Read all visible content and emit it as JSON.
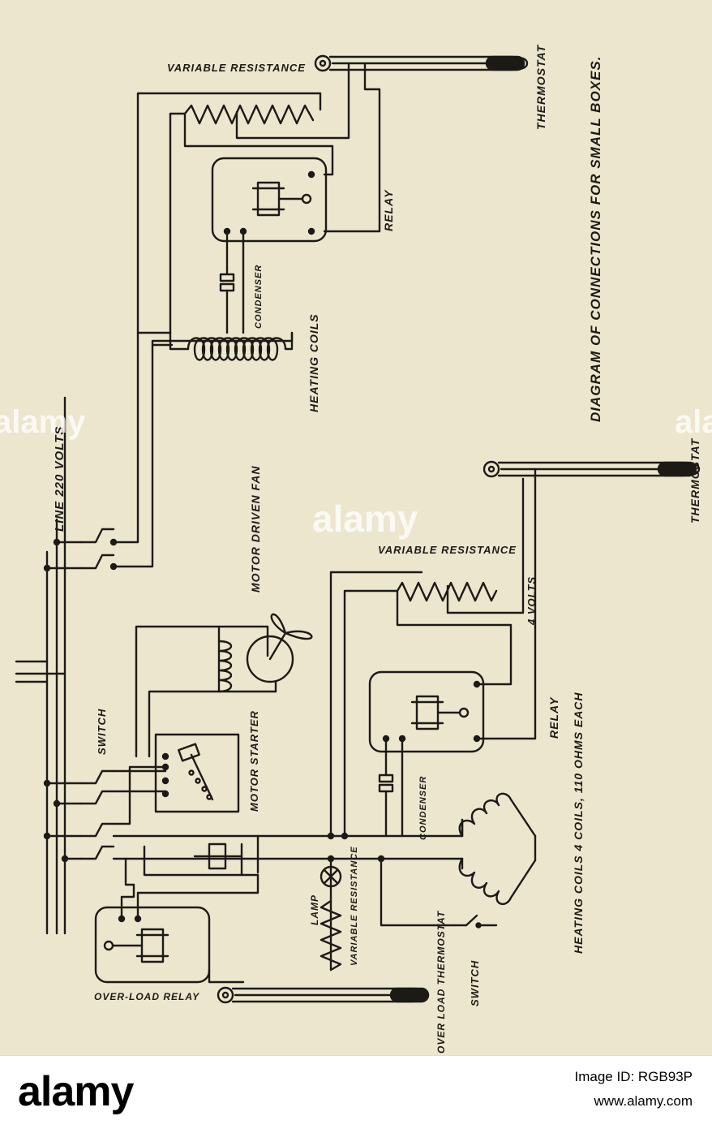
{
  "diagram": {
    "caption": "DIAGRAM OF CONNECTIONS FOR SMALL BOXES.",
    "line_label": "LINE 220 VOLTS",
    "top_circuit": {
      "variable_resistance": "VARIABLE RESISTANCE",
      "thermostat": "THERMOSTAT",
      "relay": "RELAY",
      "condenser": "CONDENSER",
      "heating_coils": "HEATING COILS"
    },
    "bottom_circuit": {
      "motor_fan": "MOTOR DRIVEN FAN",
      "variable_resistance": "VARIABLE RESISTANCE",
      "volts": "4 VOLTS",
      "thermostat": "THERMOSTAT",
      "relay": "RELAY",
      "switch": "SWITCH",
      "motor_starter": "MOTOR STARTER",
      "condenser": "CONDENSER",
      "heating_coils": "HEATING COILS 4 COILS, 110 OHMS EACH",
      "lamp": "LAMP",
      "variable_resistance_small": "VARIABLE RESISTANCE",
      "overload_thermostat": "OVER LOAD THERMOSTAT",
      "switch_bottom": "SWITCH",
      "overload_relay": "OVER-LOAD RELAY"
    },
    "colors": {
      "paper": "#ece6cf",
      "ink": "#1d1a16"
    }
  },
  "watermark": {
    "text": "alamy"
  },
  "footer": {
    "brand": "alamy",
    "image_id": "Image ID: RGB93P",
    "site": "www.alamy.com"
  }
}
